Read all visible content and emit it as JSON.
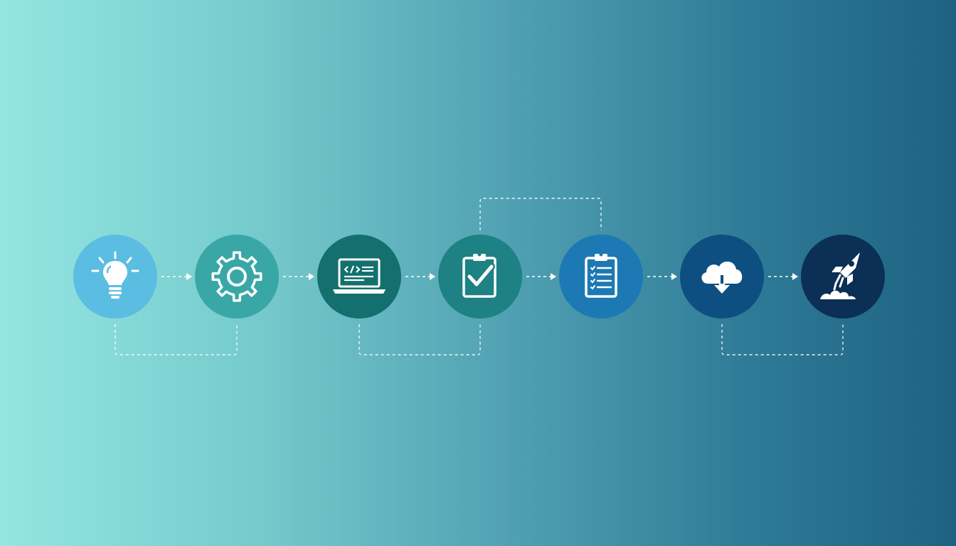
{
  "diagram": {
    "type": "process-flow",
    "connector_style": "dashed",
    "connector_color": "#ffffff",
    "steps": [
      {
        "icon": "lightbulb-icon",
        "color": "#5bbde1"
      },
      {
        "icon": "gear-icon",
        "color": "#39a7a6"
      },
      {
        "icon": "laptop-code-icon",
        "color": "#14706f"
      },
      {
        "icon": "clipboard-check-icon",
        "color": "#1e8183"
      },
      {
        "icon": "clipboard-list-icon",
        "color": "#1d79b4"
      },
      {
        "icon": "cloud-download-icon",
        "color": "#0d4f80"
      },
      {
        "icon": "rocket-icon",
        "color": "#0b2f55"
      }
    ],
    "forward_links": [
      {
        "from": 0,
        "to": 1
      },
      {
        "from": 1,
        "to": 2
      },
      {
        "from": 2,
        "to": 3
      },
      {
        "from": 3,
        "to": 4
      },
      {
        "from": 4,
        "to": 5
      },
      {
        "from": 5,
        "to": 6
      }
    ],
    "bracket_links": [
      {
        "from": 0,
        "to": 1,
        "side": "bottom"
      },
      {
        "from": 2,
        "to": 3,
        "side": "bottom"
      },
      {
        "from": 3,
        "to": 4,
        "side": "top"
      },
      {
        "from": 5,
        "to": 6,
        "side": "bottom"
      }
    ]
  }
}
